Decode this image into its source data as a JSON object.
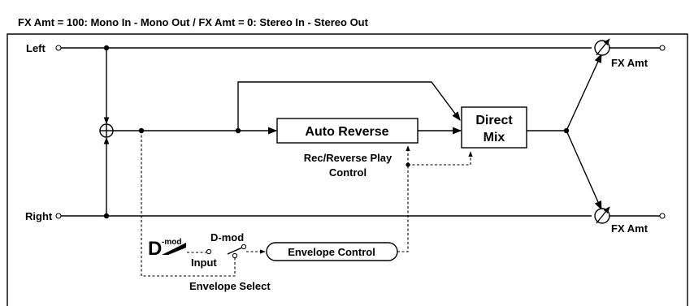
{
  "header": {
    "title": "FX Amt = 100: Mono In - Mono Out  /  FX Amt = 0: Stereo In - Stereo Out"
  },
  "io": {
    "left": "Left",
    "right": "Right"
  },
  "blocks": {
    "auto_reverse": "Auto Reverse",
    "direct_mix_line1": "Direct",
    "direct_mix_line2": "Mix",
    "envelope_control": "Envelope Control"
  },
  "labels": {
    "rec_reverse_line1": "Rec/Reverse Play",
    "rec_reverse_line2": "Control",
    "fx_amt_top": "FX Amt",
    "fx_amt_bottom": "FX Amt",
    "dmod_d": "D",
    "dmod_sup": "-mod",
    "dmod_option": "D-mod",
    "input_option": "Input",
    "envelope_select": "Envelope Select"
  }
}
